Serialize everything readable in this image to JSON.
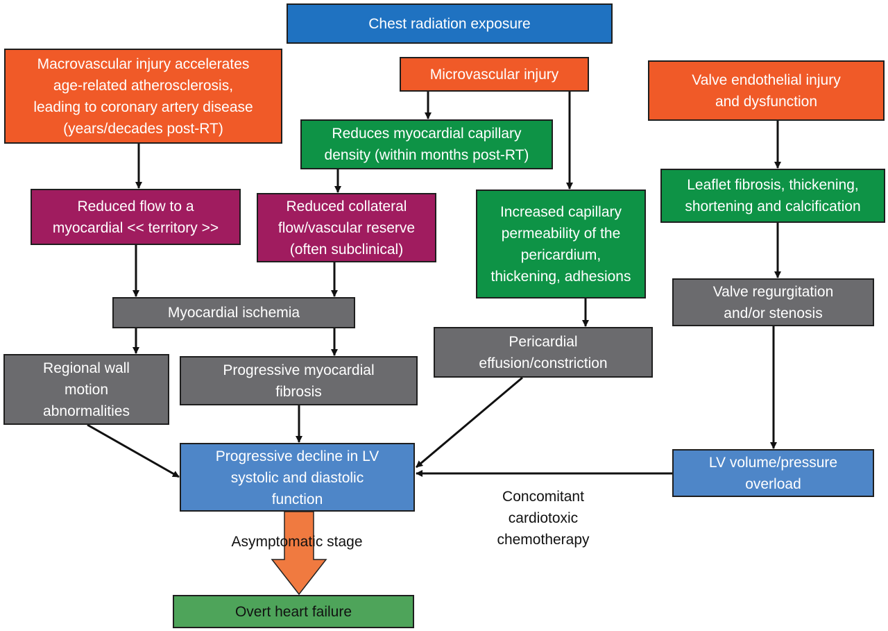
{
  "colors": {
    "blue_dark": "#1f72c1",
    "orange": "#f05a28",
    "green": "#0e9346",
    "purple": "#a01c5f",
    "gray": "#6b6b6e",
    "blue_light": "#4e86c8",
    "green_light": "#4ea45a",
    "orange_light": "#f07a40",
    "arrow": "#111111"
  },
  "nodes": {
    "chest_radiation": "Chest radiation exposure",
    "macrovascular_injury": "Macrovascular injury accelerates\nage-related atherosclerosis,\nleading to coronary artery disease\n(years/decades post-RT)",
    "microvascular_injury": "Microvascular injury",
    "valve_endothelial_injury": "Valve endothelial injury\nand dysfunction",
    "reduces_capillary_density": "Reduces myocardial capillary\ndensity (within months post-RT)",
    "reduced_flow": "Reduced flow to a\nmyocardial << territory >>",
    "reduced_collateral": "Reduced collateral\nflow/vascular reserve\n(often subclinical)",
    "increased_permeability": "Increased capillary\npermeability of the\npericardium,\nthickening, adhesions",
    "leaflet_fibrosis": "Leaflet fibrosis, thickening,\nshortening and calcification",
    "myocardial_ischemia": "Myocardial ischemia",
    "valve_regurgitation": "Valve regurgitation\nand/or stenosis",
    "pericardial_effusion": "Pericardial\neffusion/constriction",
    "regional_wall_motion": "Regional wall\nmotion\nabnormalities",
    "progressive_fibrosis": "Progressive myocardial\nfibrosis",
    "progressive_decline": "Progressive decline in LV\nsystolic and diastolic\nfunction",
    "lv_overload": "LV volume/pressure\noverload",
    "overt_heart_failure": "Overt heart failure"
  },
  "labels": {
    "concomitant_chemo": "Concomitant\ncardiotoxic\nchemotherapy",
    "asymptomatic_stage": "Asymptomatic stage"
  }
}
